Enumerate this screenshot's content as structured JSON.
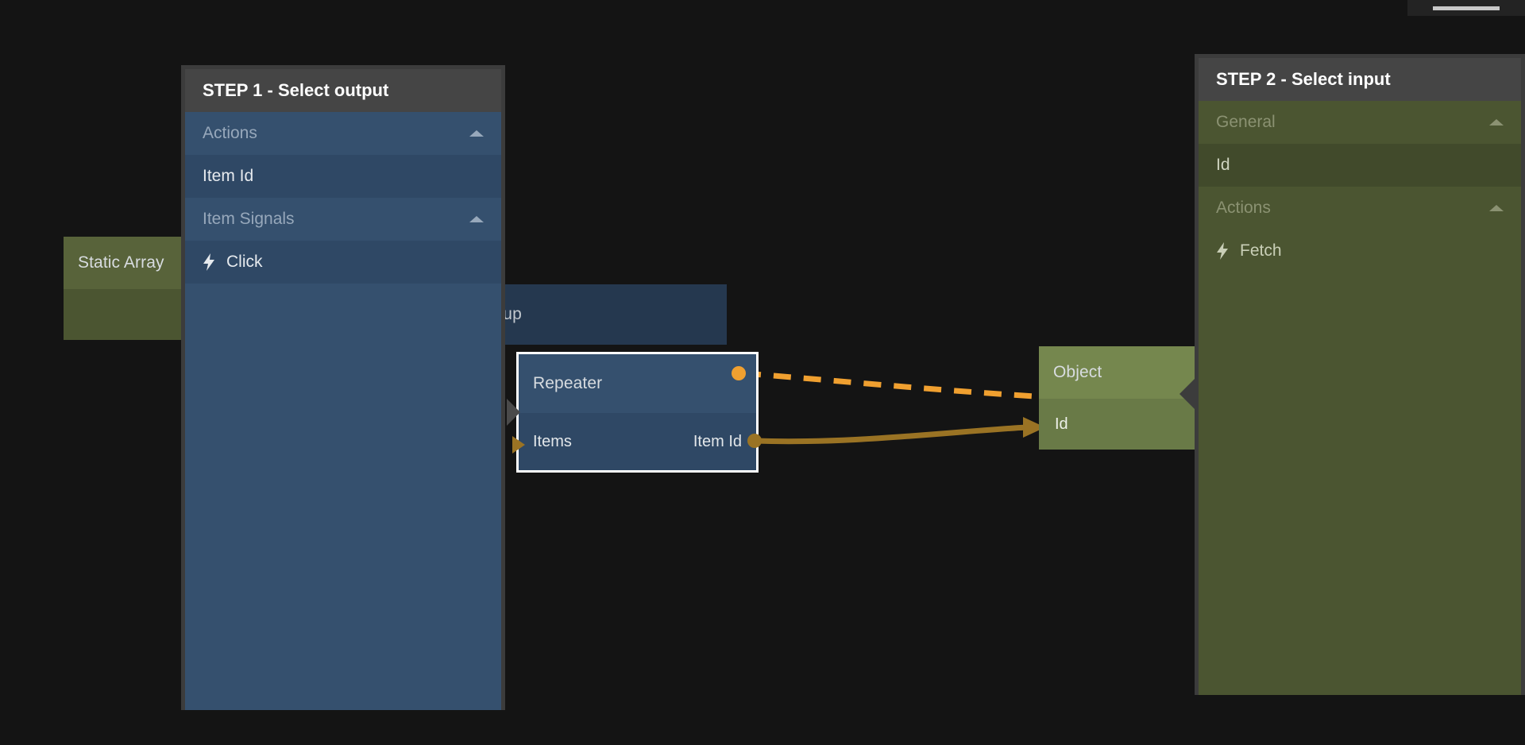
{
  "app": {
    "background_color": "#141414",
    "accent_signal_color": "#f0a030",
    "accent_data_color": "#9a7324"
  },
  "top_chrome": {
    "handle_label": ""
  },
  "canvas": {
    "nodes": [
      {
        "id": "static-array",
        "title": "Static Array",
        "color": "#58633a",
        "kind": "data-node"
      },
      {
        "id": "group",
        "title": "Group",
        "color": "#25384f",
        "kind": "visual-node"
      },
      {
        "id": "repeater",
        "title": "Repeater",
        "color": "#35506e",
        "kind": "visual-node",
        "selected": true,
        "input_port_label": "Items",
        "output_port_label": "Item Id"
      },
      {
        "id": "object",
        "title": "Object",
        "color": "#75874e",
        "kind": "data-node",
        "input_port_label": "Id"
      }
    ],
    "connections": [
      {
        "id": "click-to-fetch",
        "from": "Repeater",
        "to": "Object",
        "style": "dashed",
        "color": "#f0a030",
        "type": "signal"
      },
      {
        "id": "itemid-to-id",
        "from": "Item Id",
        "to": "Id",
        "style": "solid",
        "color": "#9a7324",
        "type": "data"
      }
    ]
  },
  "step1": {
    "title": "STEP 1 - Select output",
    "rows": [
      {
        "label": "Actions",
        "type": "group",
        "icon": "chevron-up-icon",
        "expanded": true
      },
      {
        "label": "Item Id",
        "type": "item",
        "icon": null
      },
      {
        "label": "Item Signals",
        "type": "group",
        "icon": "chevron-up-icon",
        "expanded": true
      },
      {
        "label": "Click",
        "type": "signal",
        "icon": "lightning-bolt-icon"
      }
    ]
  },
  "step2": {
    "title": "STEP 2 - Select input",
    "rows": [
      {
        "label": "General",
        "type": "group",
        "icon": "chevron-up-icon",
        "expanded": true
      },
      {
        "label": "Id",
        "type": "item",
        "icon": null
      },
      {
        "label": "Actions",
        "type": "group",
        "icon": "chevron-up-icon",
        "expanded": true
      },
      {
        "label": "Fetch",
        "type": "signal",
        "icon": "lightning-bolt-icon"
      }
    ]
  }
}
